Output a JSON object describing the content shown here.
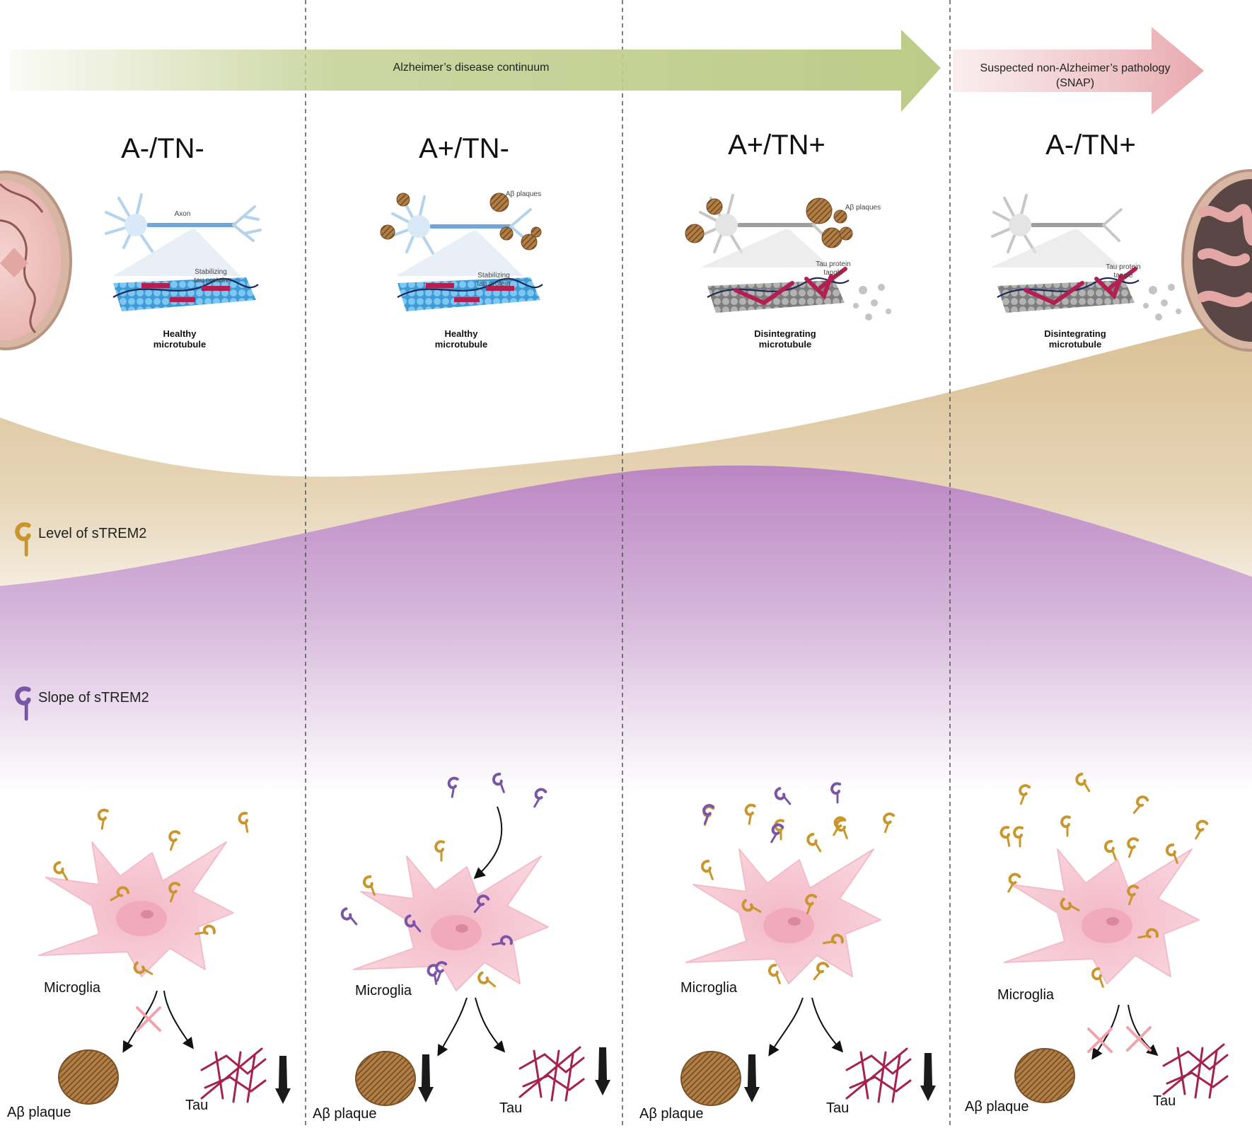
{
  "banner": {
    "ad_continuum": "Alzheimer’s disease continuum",
    "snap_line1": "Suspected non-Alzheimer’s pathology",
    "snap_line2": "(SNAP)"
  },
  "stages": [
    {
      "title": "A-/TN-",
      "neuron_label": "Axon",
      "plaque_label": "",
      "tau_label_1": "Stabilizing",
      "tau_label_2": "tau protein",
      "microtubule_1": "Healthy",
      "microtubule_2": "microtubule",
      "microglia": "Microglia",
      "plaque": "Aβ plaque",
      "tau": "Tau"
    },
    {
      "title": "A+/TN-",
      "neuron_label": "",
      "plaque_label": "Aβ plaques",
      "tau_label_1": "Stabilizing",
      "tau_label_2": "tau protein",
      "microtubule_1": "Healthy",
      "microtubule_2": "microtubule",
      "microglia": "Microglia",
      "plaque": "Aβ plaque",
      "tau": "Tau"
    },
    {
      "title": "A+/TN+",
      "neuron_label": "",
      "plaque_label": "Aβ plaques",
      "tau_label_1": "Tau protein",
      "tau_label_2": "tangle",
      "microtubule_1": "Disintegrating",
      "microtubule_2": "microtubule",
      "microglia": "Microglia",
      "plaque": "Aβ plaque",
      "tau": "Tau"
    },
    {
      "title": "A-/TN+",
      "neuron_label": "",
      "plaque_label": "",
      "tau_label_1": "Tau protein",
      "tau_label_2": "tangle",
      "microtubule_1": "Disintegrating",
      "microtubule_2": "microtubule",
      "microglia": "Microglia",
      "plaque": "Aβ plaque",
      "tau": "Tau"
    }
  ],
  "legend": {
    "level": "Level of sTREM2",
    "slope": "Slope of sTREM2"
  },
  "colors": {
    "ad_arrow": "#c3cf92",
    "snap_arrow": "#ebb9bc",
    "level_band": "#d9bf94",
    "slope_band": "#b985c0",
    "strem2_gold": "#c9962e",
    "strem2_purple": "#7a55a6",
    "microglia": "#f6c9d2",
    "plaque": "#9c6b33",
    "tau": "#a3224e",
    "healthy_mt": "#5ab3e6",
    "disintegrating_mt": "#9a9a9a"
  },
  "icons": [
    "brain-icon",
    "neuron-icon",
    "microtubule-icon",
    "strem2-icon",
    "microglia-icon",
    "plaque-icon",
    "tau-tangle-icon",
    "down-arrow-icon",
    "blocked-cross-icon"
  ]
}
